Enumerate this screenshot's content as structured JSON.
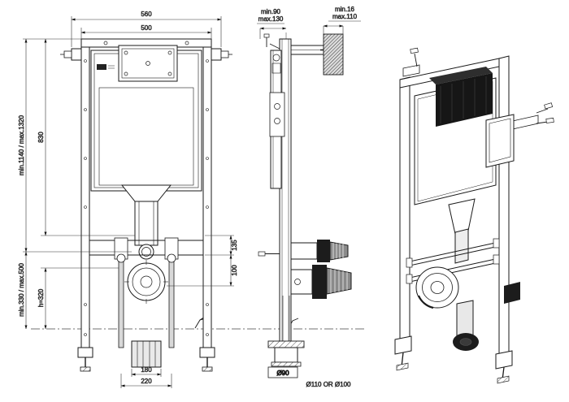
{
  "drawing": {
    "type": "technical-installation-drawing",
    "subject": "concealed-cistern-wc-frame",
    "views": [
      "front",
      "side",
      "isometric"
    ]
  },
  "colors": {
    "line": "#1a1a1a",
    "dark_fill": "#1c1c1c",
    "light_fill": "#e9e9e9",
    "background": "#ffffff"
  },
  "dimensions": {
    "front": {
      "width_outer": "560",
      "width_inner": "500",
      "height_range": "min.1140 / max.1320",
      "frame_height": "830",
      "lower_range": "min.330 / max.500",
      "floor_height": "h=320",
      "dim_135": "135",
      "dim_100": "100",
      "drain_width": "180",
      "rod_spacing": "220"
    },
    "side": {
      "depth_min": "min.90",
      "depth_max": "max.130",
      "wall_min": "min.16",
      "wall_max": "max.110",
      "drain_diameter": "Ø90",
      "pipe_diameter": "Ø110 OR Ø100"
    }
  }
}
